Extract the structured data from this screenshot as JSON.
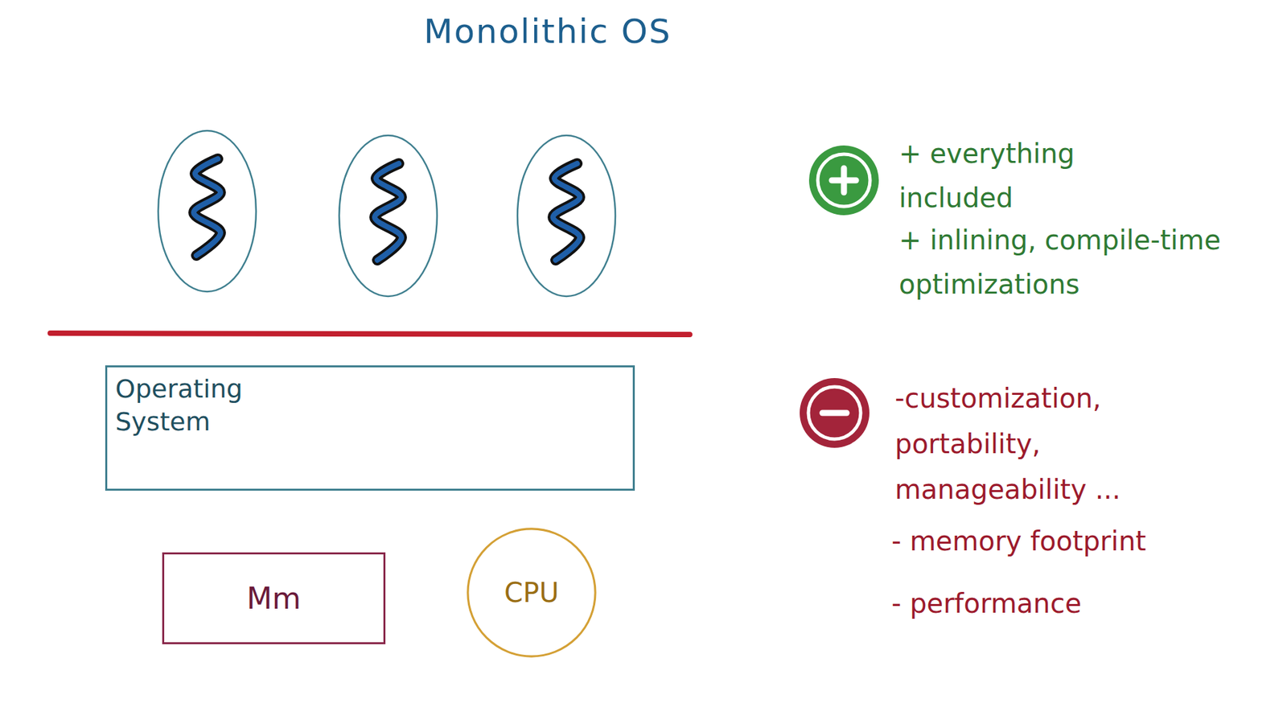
{
  "diagram": {
    "title": "Monolithic OS",
    "nodes": [
      {
        "text": [
          "Operating System"
        ]
      },
      {
        "text": [
          "Mm"
        ]
      },
      {
        "text": [
          "CPU"
        ]
      }
    ],
    "labels": [
      "+ everything included",
      "+ inlining, compile-time optimizations",
      "-customization, portability, manageability ...",
      "- memory footprint",
      "- performance"
    ]
  }
}
